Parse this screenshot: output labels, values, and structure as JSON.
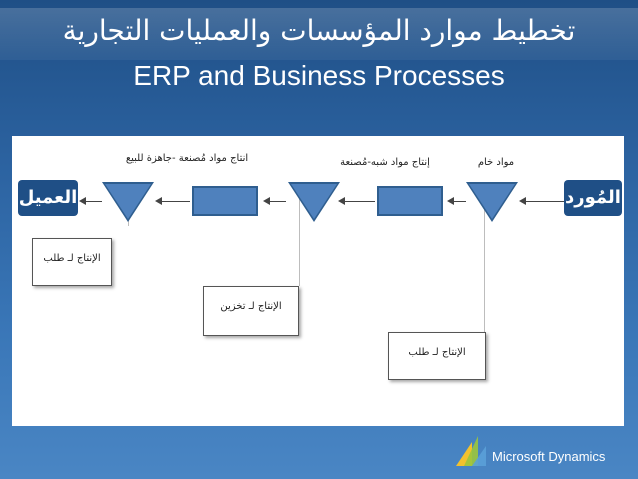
{
  "slide": {
    "title_arabic": "تخطيط موارد المؤسسات والعمليات التجارية",
    "title_english": "ERP and Business Processes"
  },
  "diagram": {
    "supplier_label": "المُورد",
    "customer_label": "العميل",
    "stage_labels": {
      "raw_materials": "مواد خام",
      "semi_finished": "إنتاج مواد شبه-مُصنعة",
      "finished_goods": "انتاج مواد مُصنعة -جاهزة للبيع"
    },
    "boxes": {
      "make_to_order_left": "الإنتاج لـ طلب",
      "make_to_stock": "الإنتاج لـ تخزين",
      "make_to_order_right": "الإنتاج لـ طلب"
    }
  },
  "branding": {
    "text": "Microsoft Dynamics"
  },
  "colors": {
    "background": "#2c63a1",
    "shape_fill": "#4f81bd",
    "shape_stroke": "#2f5e8f",
    "node_fill": "#1f4f86"
  }
}
